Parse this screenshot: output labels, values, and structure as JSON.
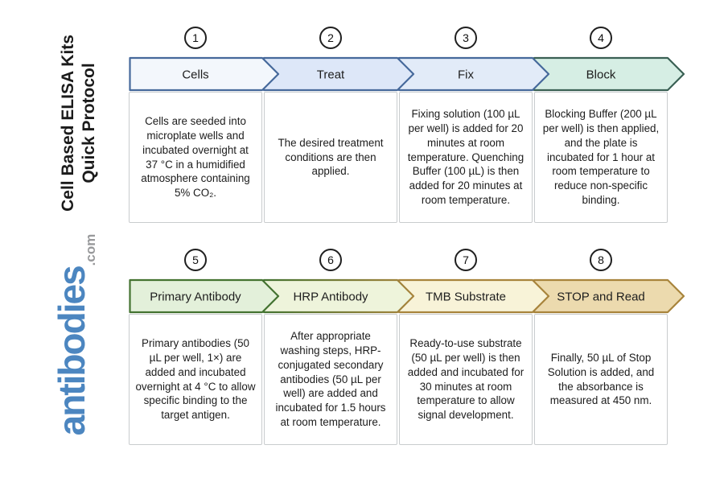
{
  "branding": {
    "title_line1": "Cell Based ELISA Kits",
    "title_line2": "Quick Protocol",
    "logo_text": "antibodies",
    "logo_suffix": ".com",
    "logo_color": "#4c86c0",
    "logo_suffix_color": "#98999b"
  },
  "colors": {
    "blue_fill_light": "#f3f7fc",
    "blue_fill": "#dde7f8",
    "blue_stroke": "#46699b",
    "green_fill": "#d6eee4",
    "green_stroke": "#3a6054",
    "leaf_fill": "#e3f0da",
    "leaf_stroke": "#447331",
    "gold_stroke": "#a8843c",
    "cream_fill": "#f8f3d8",
    "tan_fill": "#ecdaae",
    "circle_stroke": "#1f1f1f",
    "box_border": "#c9ccce"
  },
  "steps": [
    {
      "number": "1",
      "label": "Cells",
      "description": "Cells are seeded into microplate wells and incubated overnight at 37 °C in a humidified atmosphere containing 5% CO₂.",
      "fill": "#f3f7fc",
      "stroke": "#46699b"
    },
    {
      "number": "2",
      "label": "Treat",
      "description": "The desired treatment conditions are then applied.",
      "fill": "#dde7f8",
      "stroke": "#46699b"
    },
    {
      "number": "3",
      "label": "Fix",
      "description": "Fixing solution (100 µL per well) is added for 20 minutes at room temperature. Quenching Buffer (100 µL) is then added for 20 minutes at room temperature.",
      "fill": "#e2ebf8",
      "stroke": "#46699b"
    },
    {
      "number": "4",
      "label": "Block",
      "description": "Blocking Buffer (200 µL per well) is then applied, and the plate is incubated for 1 hour at room temperature to reduce non-specific binding.",
      "fill": "#d6eee4",
      "stroke": "#3a6054"
    },
    {
      "number": "5",
      "label": "Primary Antibody",
      "description": "Primary antibodies (50 µL per well, 1×) are added and incubated overnight at 4 °C to allow specific binding to the target antigen.",
      "fill": "#e3f0da",
      "stroke": "#447331"
    },
    {
      "number": "6",
      "label": "HRP Antibody",
      "description": "After appropriate washing steps, HRP-conjugated secondary antibodies (50 µL per well) are added and incubated for 1.5 hours at room temperature.",
      "fill": "#eef4db",
      "stroke_start": "#447331",
      "stroke_end": "#a8843c"
    },
    {
      "number": "7",
      "label": "TMB Substrate",
      "description": "Ready-to-use substrate (50 µL per well) is then added and incubated for 30 minutes at room temperature to allow signal development.",
      "fill": "#f8f3d8",
      "stroke": "#a8843c"
    },
    {
      "number": "8",
      "label": "STOP and Read",
      "description": "Finally, 50 µL of Stop Solution is added, and the absorbance is measured at 450 nm.",
      "fill": "#ecdaae",
      "stroke": "#a8843c"
    }
  ]
}
